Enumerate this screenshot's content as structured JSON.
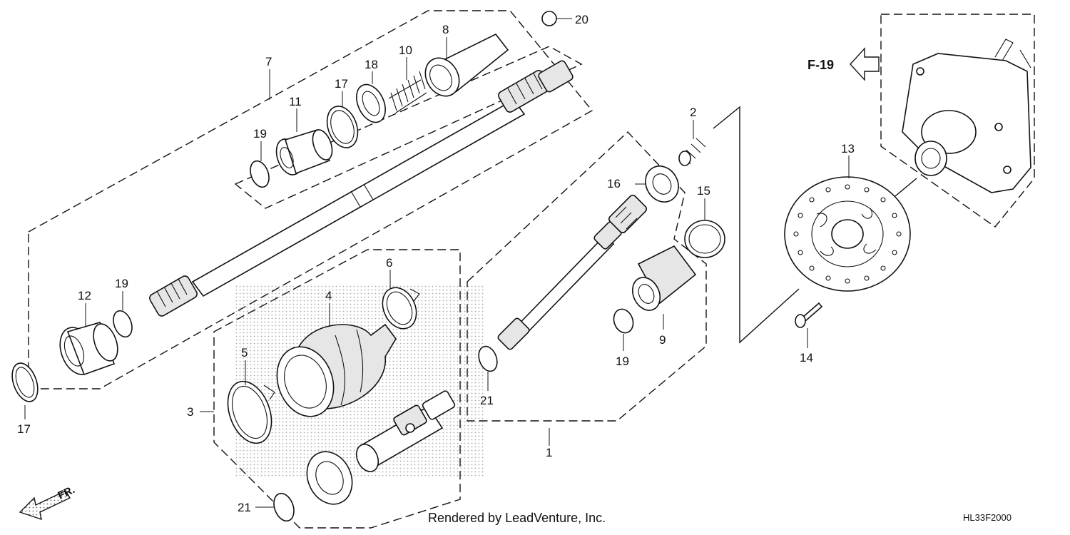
{
  "diagram": {
    "parts": [
      {
        "id": "p1",
        "num": "1"
      },
      {
        "id": "p2",
        "num": "2"
      },
      {
        "id": "p3",
        "num": "3"
      },
      {
        "id": "p4",
        "num": "4"
      },
      {
        "id": "p5",
        "num": "5"
      },
      {
        "id": "p6",
        "num": "6"
      },
      {
        "id": "p7",
        "num": "7"
      },
      {
        "id": "p8",
        "num": "8"
      },
      {
        "id": "p9",
        "num": "9"
      },
      {
        "id": "p10",
        "num": "10"
      },
      {
        "id": "p11",
        "num": "11"
      },
      {
        "id": "p12",
        "num": "12"
      },
      {
        "id": "p13",
        "num": "13"
      },
      {
        "id": "p14",
        "num": "14"
      },
      {
        "id": "p15",
        "num": "15"
      },
      {
        "id": "p16",
        "num": "16"
      },
      {
        "id": "p17a",
        "num": "17"
      },
      {
        "id": "p17b",
        "num": "17"
      },
      {
        "id": "p18",
        "num": "18"
      },
      {
        "id": "p19a",
        "num": "19"
      },
      {
        "id": "p19b",
        "num": "19"
      },
      {
        "id": "p19c",
        "num": "19"
      },
      {
        "id": "p20",
        "num": "20"
      },
      {
        "id": "p21a",
        "num": "21"
      },
      {
        "id": "p21b",
        "num": "21"
      }
    ],
    "reference_label": "F-19",
    "direction_label": "FR.",
    "credit": "Rendered by LeadVenture, Inc.",
    "diagram_code": "HL33F2000"
  }
}
